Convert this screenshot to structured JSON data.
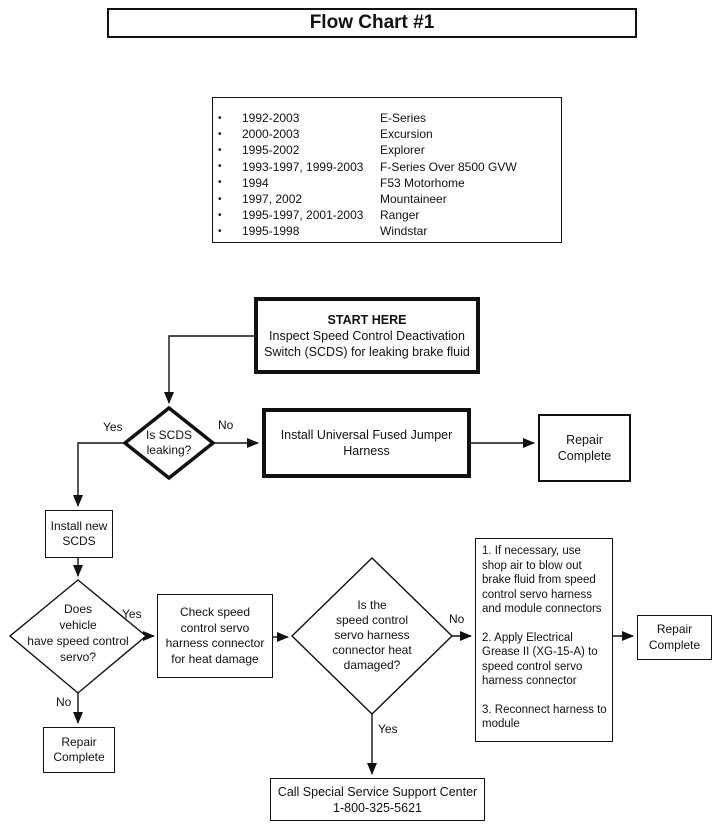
{
  "title": "Flow Chart #1",
  "bullet": "•",
  "vehicles": [
    {
      "years": "1992-2003",
      "model": "E-Series"
    },
    {
      "years": "2000-2003",
      "model": "Excursion"
    },
    {
      "years": "1995-2002",
      "model": "Explorer"
    },
    {
      "years": "1993-1997, 1999-2003",
      "model": "F-Series Over 8500 GVW"
    },
    {
      "years": "1994",
      "model": "F53 Motorhome"
    },
    {
      "years": "1997, 2002",
      "model": "Mountaineer"
    },
    {
      "years": "1995-1997, 2001-2003",
      "model": "Ranger"
    },
    {
      "years": "1995-1998",
      "model": "Windstar"
    }
  ],
  "labels": {
    "yes": "Yes",
    "no": "No"
  },
  "nodes": {
    "start_heading": "START HERE",
    "start_body": "Inspect Speed Control Deactivation\nSwitch (SCDS) for leaking brake fluid",
    "decision_scds_leaking": "Is SCDS\nleaking?",
    "install_jumper": "Install Universal Fused Jumper\nHarness",
    "repair_complete_top": "Repair\nComplete",
    "install_new_scds": "Install new\nSCDS",
    "decision_has_servo": "Does\nvehicle\nhave speed control\nservo?",
    "repair_complete_left": "Repair\nComplete",
    "check_harness": "Check speed\ncontrol servo\nharness connector\nfor heat damage",
    "decision_heat_damaged": "Is the\nspeed control\nservo harness\nconnector heat\ndamaged?",
    "steps": [
      "1. If necessary, use shop air to blow out brake fluid from speed control servo harness and module connectors",
      "2.  Apply Electrical Grease II (XG-15-A) to speed control servo harness connector",
      "3. Reconnect harness to module"
    ],
    "repair_complete_right": "Repair\nComplete",
    "call_center_line1": "Call Special Service Support Center",
    "call_center_line2": "1-800-325-5621"
  }
}
